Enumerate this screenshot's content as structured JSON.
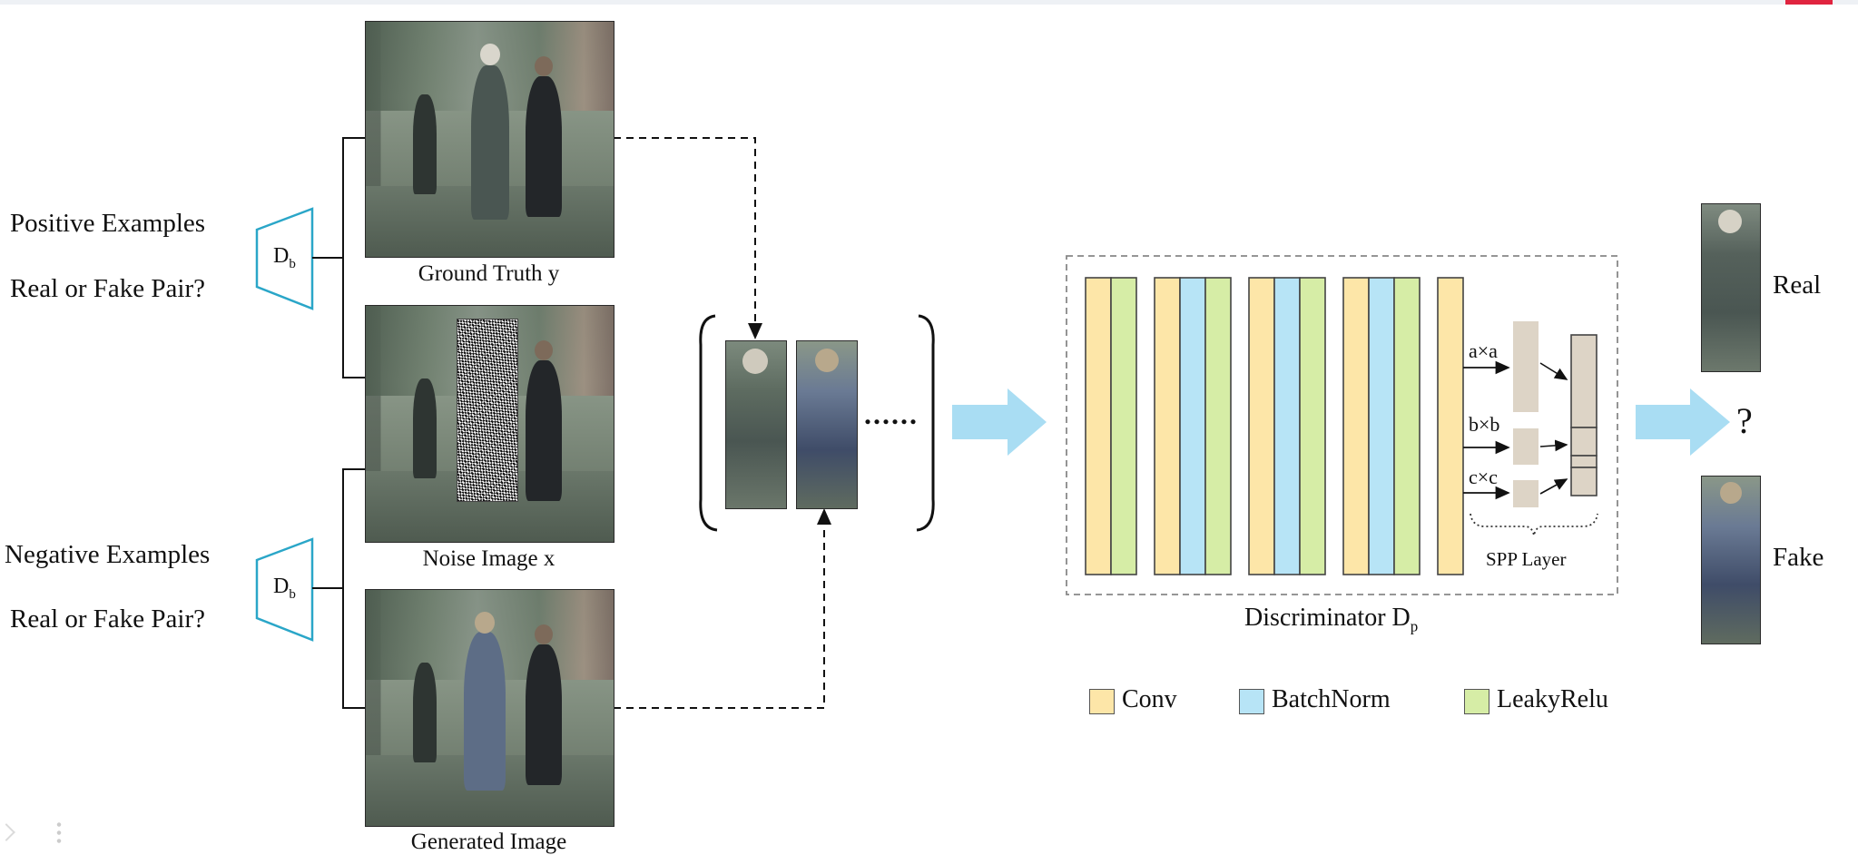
{
  "labels": {
    "positive_examples": "Positive Examples",
    "positive_question": "Real or Fake Pair?",
    "negative_examples": "Negative Examples",
    "negative_question": "Real or Fake Pair?",
    "db_top": "D",
    "db_top_sub": "b",
    "db_bottom": "D",
    "db_bottom_sub": "b",
    "ground_truth": "Ground Truth y",
    "noise_image": "Noise Image x",
    "generated_image": "Generated Image",
    "ellipsis": "......",
    "axa": "a×a",
    "bxb": "b×b",
    "cxc": "c×c",
    "spp_layer": "SPP Layer",
    "discriminator": "Discriminator ",
    "discriminator_symbol": "D",
    "discriminator_sub": "p",
    "real": "Real",
    "fake": "Fake",
    "question_mark": "?"
  },
  "legend": [
    {
      "label": "Conv",
      "color": "#fde6a8"
    },
    {
      "label": "BatchNorm",
      "color": "#b7e4f6"
    },
    {
      "label": "LeakyRelu",
      "color": "#d6eda6"
    }
  ],
  "colors": {
    "conv": "#fde6a8",
    "batchnorm": "#b7e4f6",
    "leakyrelu": "#d6eda6",
    "spp_block": "#ddd4c6",
    "arrow": "#a9ddf3",
    "db_trapezoid": "#2aa6c8"
  }
}
